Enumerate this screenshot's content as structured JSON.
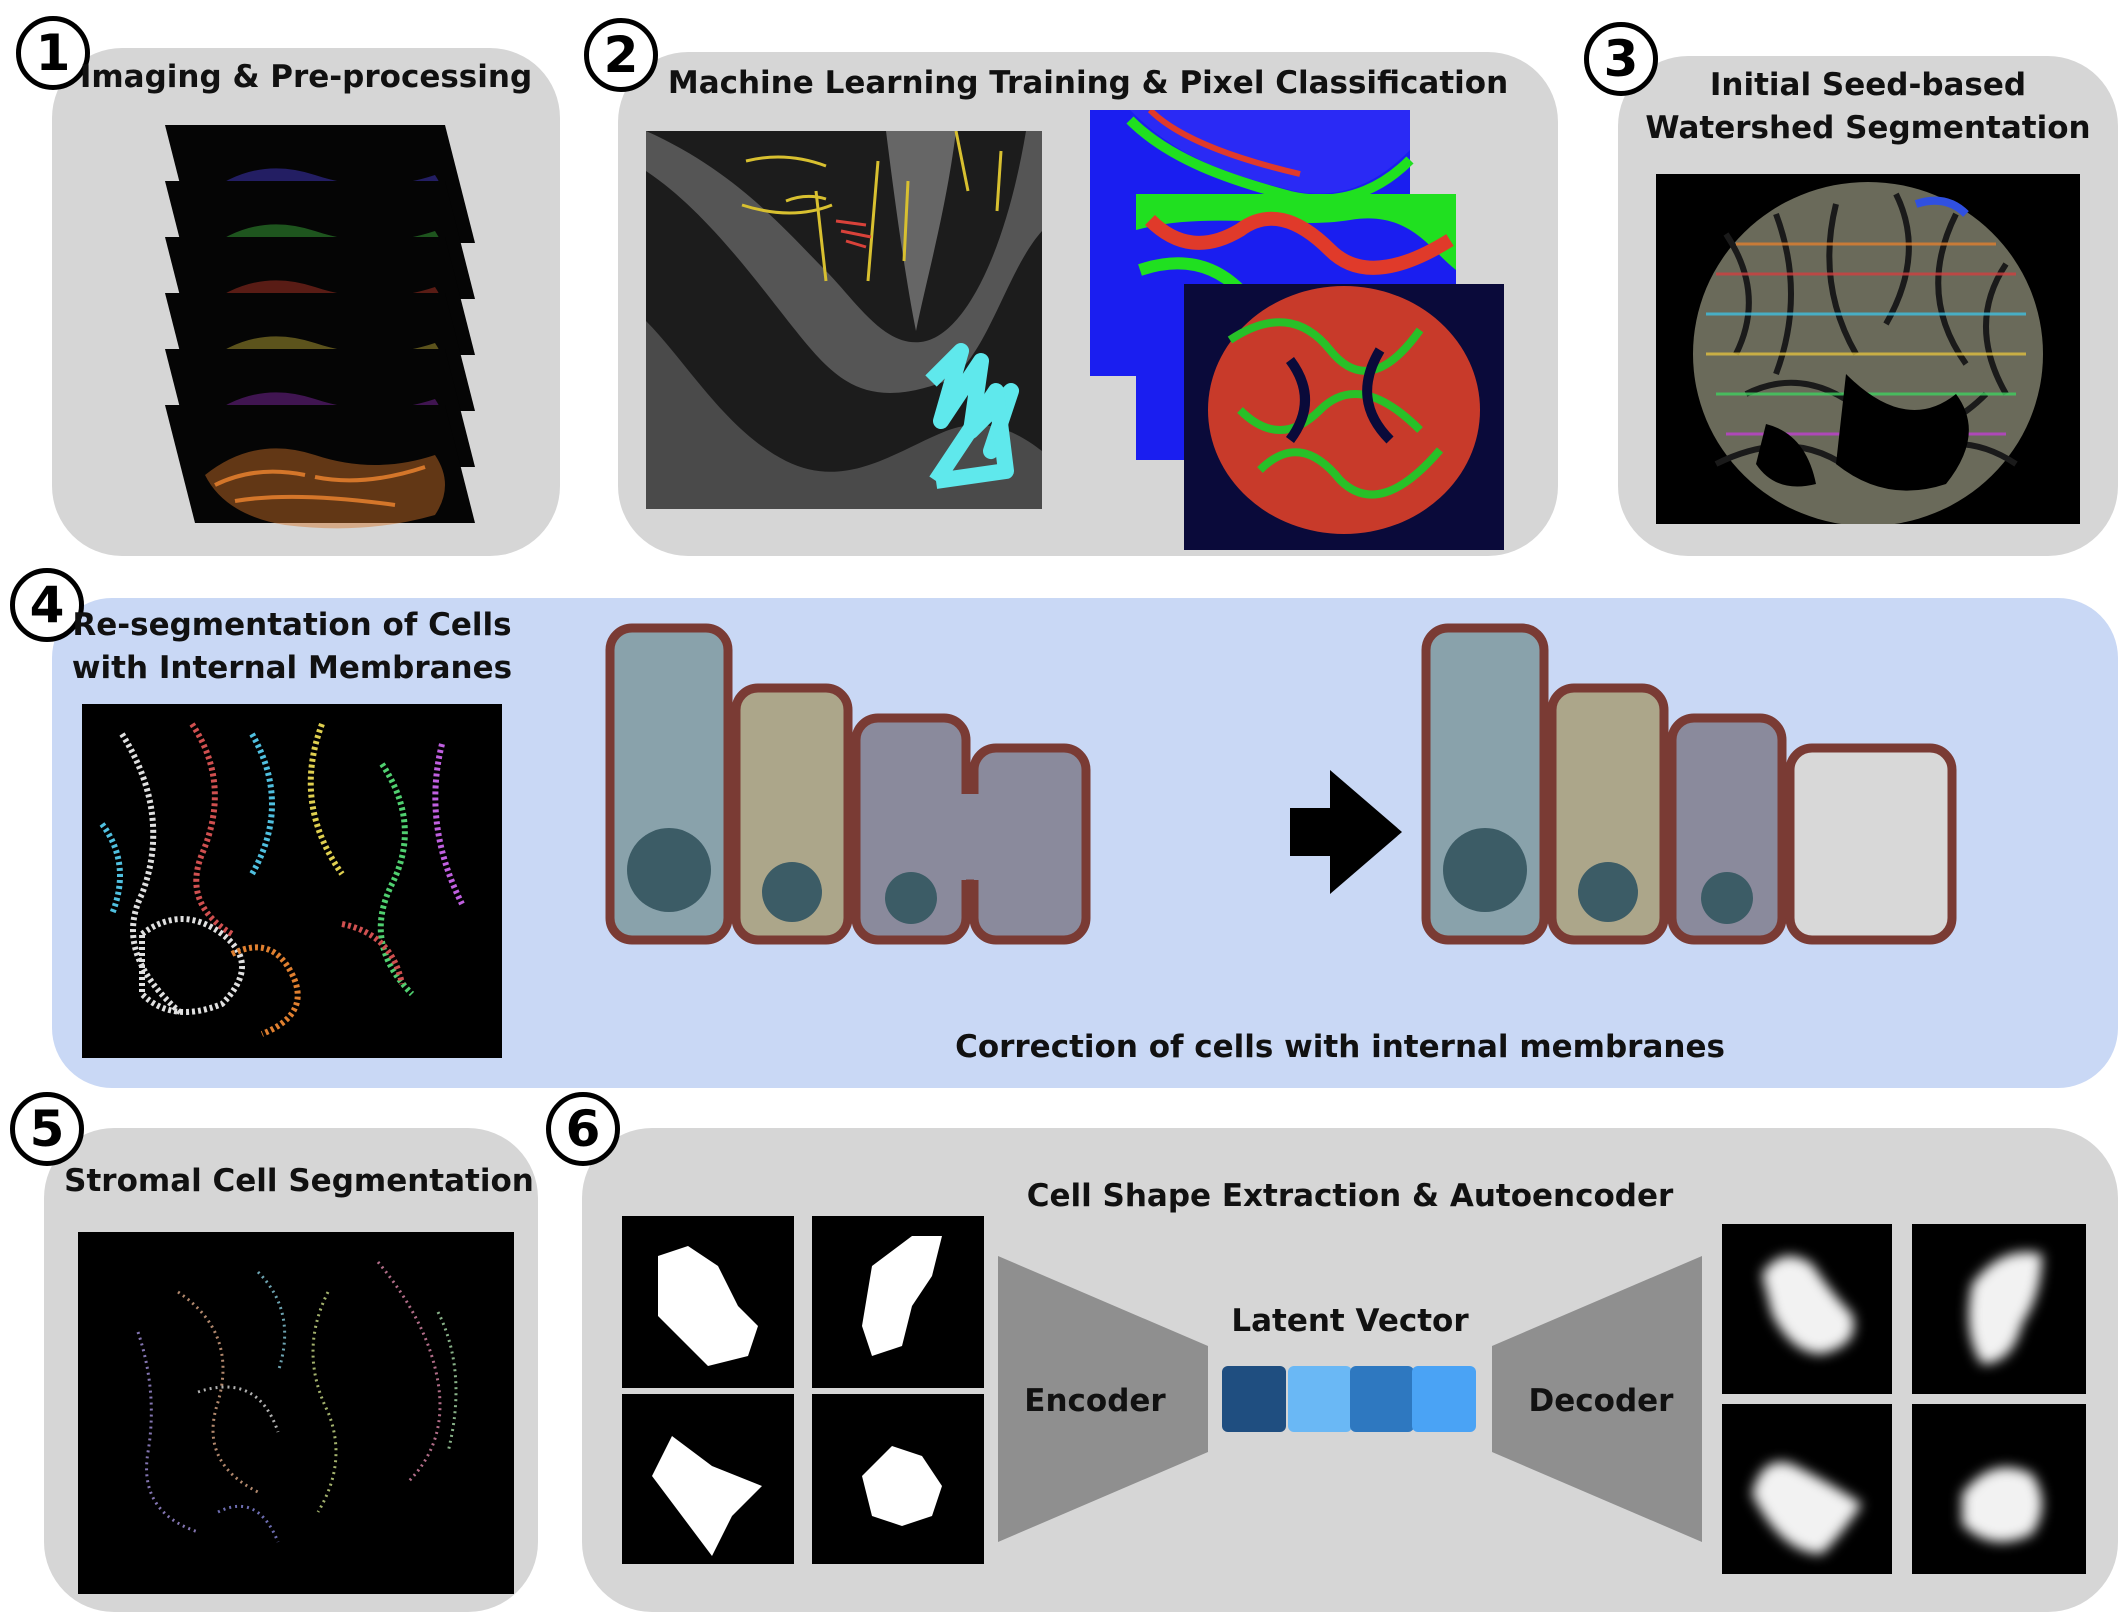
{
  "steps": [
    {
      "number": "1",
      "title": "Imaging & Pre-processing"
    },
    {
      "number": "2",
      "title": "Machine Learning Training & Pixel Classification"
    },
    {
      "number": "3",
      "title_line1": "Initial Seed-based",
      "title_line2": "Watershed Segmentation"
    },
    {
      "number": "4",
      "title_line1": "Re-segmentation of Cells",
      "title_line2": "with Internal Membranes",
      "caption": "Correction  of cells with internal membranes"
    },
    {
      "number": "5",
      "title": "Stromal Cell Segmentation"
    },
    {
      "number": "6",
      "title": "Cell Shape Extraction & Autoencoder",
      "encoder": "Encoder",
      "decoder": "Decoder",
      "latent": "Latent Vector"
    }
  ],
  "colors": {
    "panel": "#d6d6d6",
    "panel4": "#c9d8f5",
    "cell_membrane": "#7a3b34",
    "cell_blue": "#89a2ab",
    "cell_olive": "#aca68a",
    "cell_purple": "#8a8a9c",
    "cell_gray": "#d8d8d8",
    "nucleus": "#3c5c66",
    "latent": [
      "#1f4e80",
      "#6ab8f5",
      "#2e78c0",
      "#4aa3f5"
    ],
    "channels": [
      "#4a3fd8",
      "#3fb83f",
      "#c03a2b",
      "#c8b43a",
      "#8a2bb0",
      "#d4762a"
    ]
  }
}
